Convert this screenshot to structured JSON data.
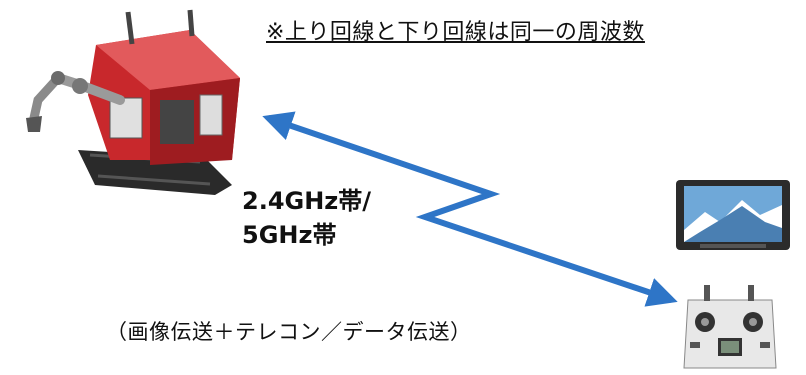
{
  "diagram": {
    "note": "※上り回線と下り回線は同一の周波数",
    "band_line1": "2.4GHz帯/",
    "band_line2": "5GHz帯",
    "caption": "（画像伝送＋テレコン／データ伝送）"
  },
  "colors": {
    "arrow": "#2e75c7",
    "robot_body": "#c8282c",
    "tablet_frame": "#2b2b2b",
    "screen_sky": "#6fa8d8"
  },
  "icons": [
    "robot-icon",
    "tablet-icon",
    "remote-controller-icon",
    "double-arrow-icon"
  ]
}
